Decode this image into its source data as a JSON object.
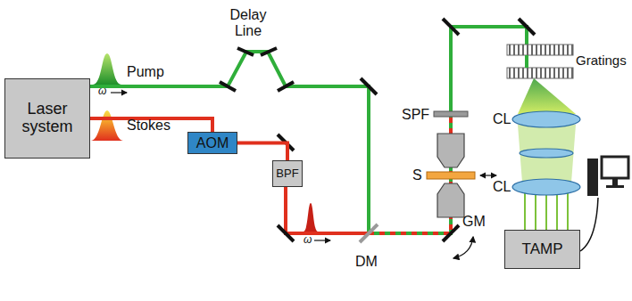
{
  "diagram": {
    "nodes": [
      {
        "text": [
          "Laser system"
        ]
      },
      {
        "text": [
          "AOM"
        ]
      },
      {
        "text": [
          "BPF"
        ]
      },
      {
        "text": [
          "TAMP"
        ]
      }
    ],
    "edges": [
      {
        "from": 0,
        "to": 1,
        "arrow": "none"
      },
      {
        "from": 1,
        "to": 2,
        "arrow": "none"
      }
    ],
    "labels": [
      "Delay Line",
      "Pump",
      "ω",
      "Stokes",
      "SPF",
      "S",
      "Gratings",
      "CL",
      "CL",
      "ω",
      "DM",
      "GM"
    ]
  }
}
